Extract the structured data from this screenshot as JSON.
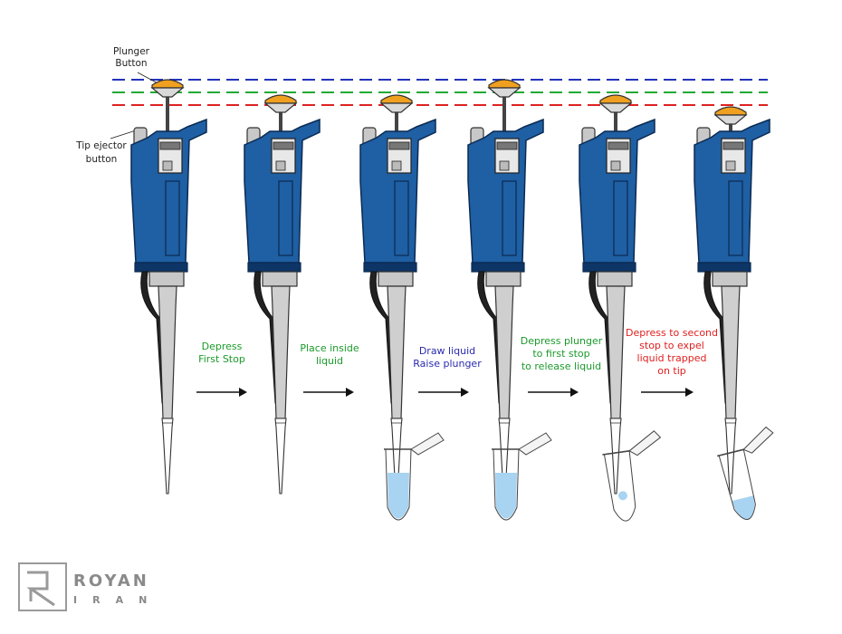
{
  "labels": {
    "plunger_button": [
      "Plunger",
      "Button"
    ],
    "tip_ejector_button": [
      "Tip ejector",
      "button"
    ]
  },
  "steps": [
    {
      "lines": [
        "Depress",
        "First Stop"
      ],
      "color": "#1a9a2a"
    },
    {
      "lines": [
        "Place inside",
        "liquid"
      ],
      "color": "#1a9a2a"
    },
    {
      "lines": [
        "Draw liquid",
        "Raise plunger"
      ],
      "color": "#2a2ab0"
    },
    {
      "lines": [
        "Depress plunger",
        "to first stop",
        "to release liquid"
      ],
      "color": "#1a9a2a"
    },
    {
      "lines": [
        "Depress to second",
        "stop to expel",
        "liquid trapped",
        "on tip"
      ],
      "color": "#e02020"
    }
  ],
  "stop_lines": [
    {
      "name": "rest-position",
      "color": "#2233bb"
    },
    {
      "name": "first-stop",
      "color": "#22aa33"
    },
    {
      "name": "second-stop",
      "color": "#dd2222"
    }
  ],
  "pipettes": [
    {
      "plunger": "rest",
      "tube": "none"
    },
    {
      "plunger": "first",
      "tube": "none"
    },
    {
      "plunger": "first",
      "tube": "full"
    },
    {
      "plunger": "rest",
      "tube": "full"
    },
    {
      "plunger": "first",
      "tube": "drop"
    },
    {
      "plunger": "second",
      "tube": "bottom"
    }
  ],
  "watermark": {
    "line1": "ROYAN",
    "line2": "IRAN"
  },
  "colors": {
    "body": "#1f5fa3",
    "body_dark": "#0d3566",
    "button": "#f0a020",
    "liquid": "#a8d4f2"
  }
}
